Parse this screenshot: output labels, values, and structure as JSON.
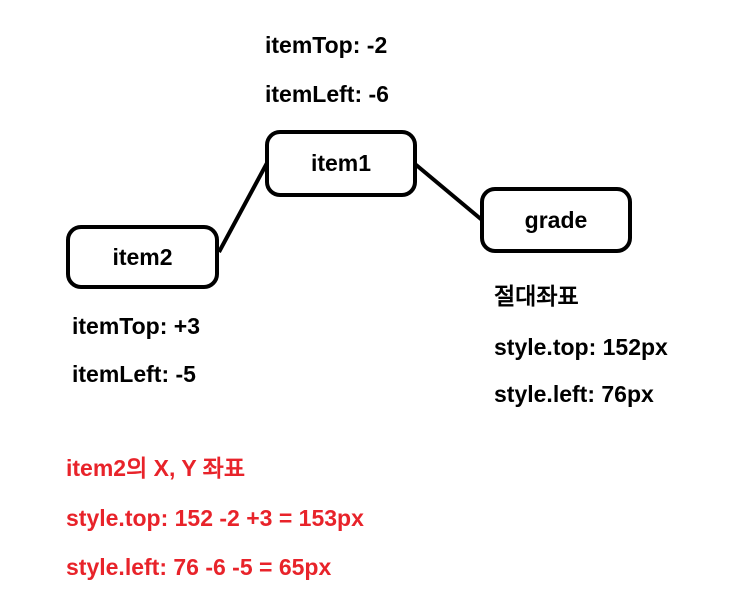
{
  "nodes": {
    "item1": {
      "label": "item1"
    },
    "item2": {
      "label": "item2"
    },
    "grade": {
      "label": "grade"
    }
  },
  "item1_info": {
    "top": "itemTop: -2",
    "left": "itemLeft: -6"
  },
  "item2_info": {
    "top": "itemTop: +3",
    "left": "itemLeft: -5"
  },
  "grade_info": {
    "heading": "절대좌표",
    "top": "style.top: 152px",
    "left": "style.left: 76px"
  },
  "calc": {
    "title": "item2의 X, Y 좌표",
    "top": "style.top: 152 -2 +3 = 153px",
    "left": "style.left: 76 -6 -5 = 65px"
  },
  "colors": {
    "line": "#000000",
    "text": "#000000",
    "highlight": "#e8232a"
  }
}
